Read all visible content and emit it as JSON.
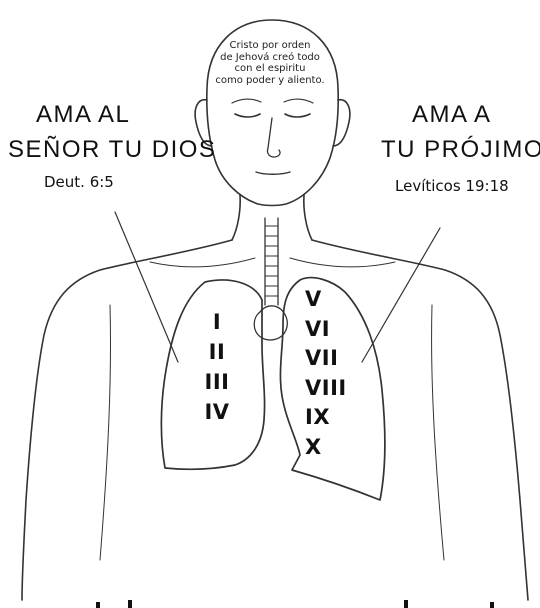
{
  "head_text": [
    "Cristo por orden",
    "de Jehová creó todo",
    "con el espiritu",
    "como poder y aliento."
  ],
  "left_label": {
    "line1": "AMA AL",
    "line2": "SEÑOR TU DIOS",
    "reference": "Deut. 6:5"
  },
  "right_label": {
    "line1": "AMA A",
    "line2": "TU PRÓJIMO",
    "reference": "Levíticos 19:18"
  },
  "left_lung_numerals": [
    "I",
    "II",
    "III",
    "IV"
  ],
  "right_lung_numerals": [
    "V",
    "VI",
    "VII",
    "VIII",
    "IX",
    "X"
  ],
  "colors": {
    "ink": "#111111",
    "paper": "#ffffff"
  }
}
